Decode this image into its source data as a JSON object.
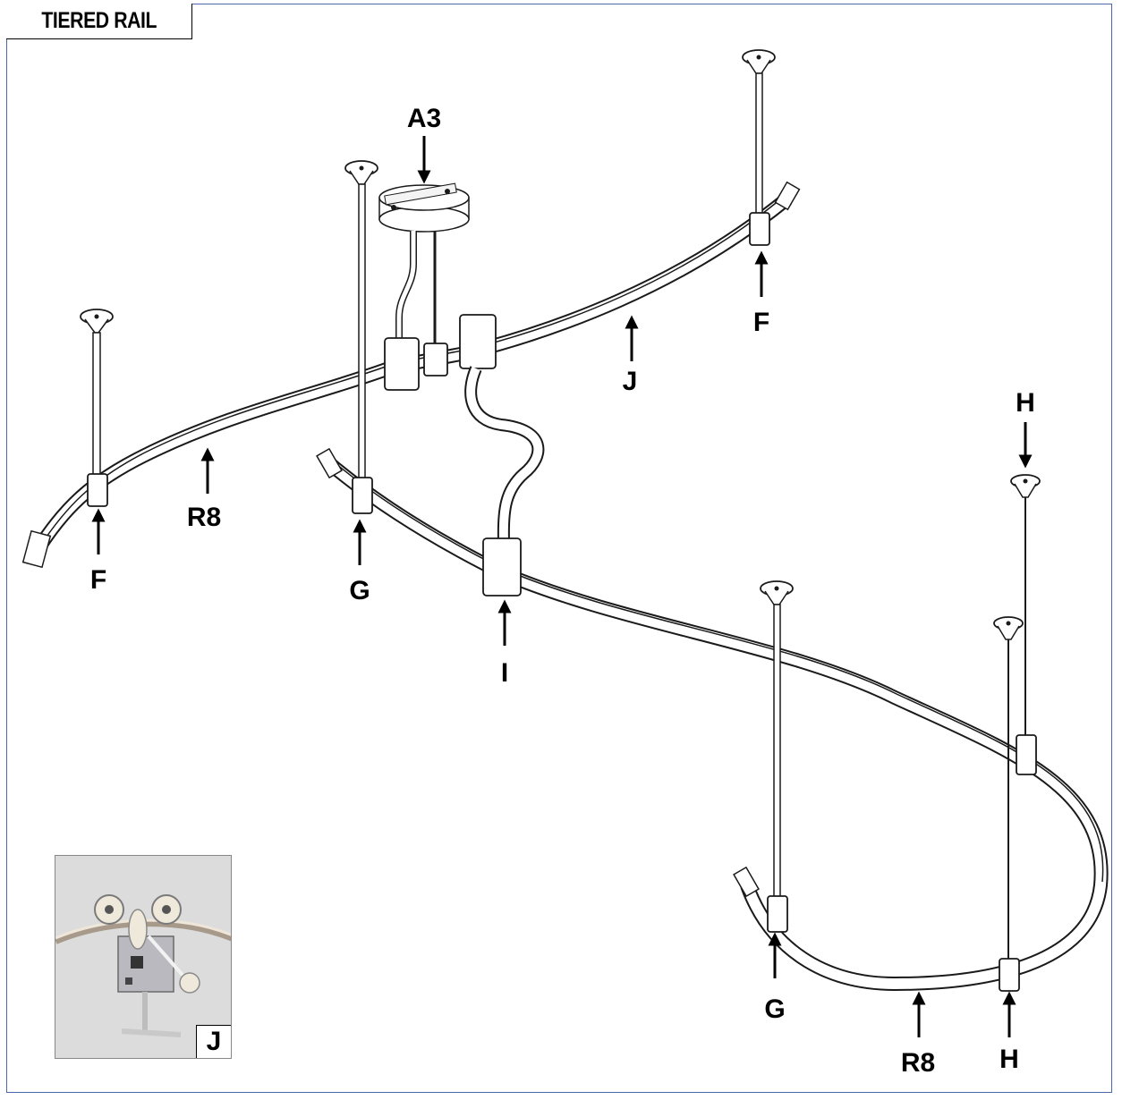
{
  "title": "TIERED RAIL",
  "labels": {
    "a3": "A3",
    "j": "J",
    "f_left": "F",
    "f_right": "F",
    "r8_top": "R8",
    "r8_bottom": "R8",
    "g_left": "G",
    "g_right": "G",
    "i": "I",
    "h_top": "H",
    "h_bottom": "H"
  },
  "inset": {
    "label": "J"
  }
}
